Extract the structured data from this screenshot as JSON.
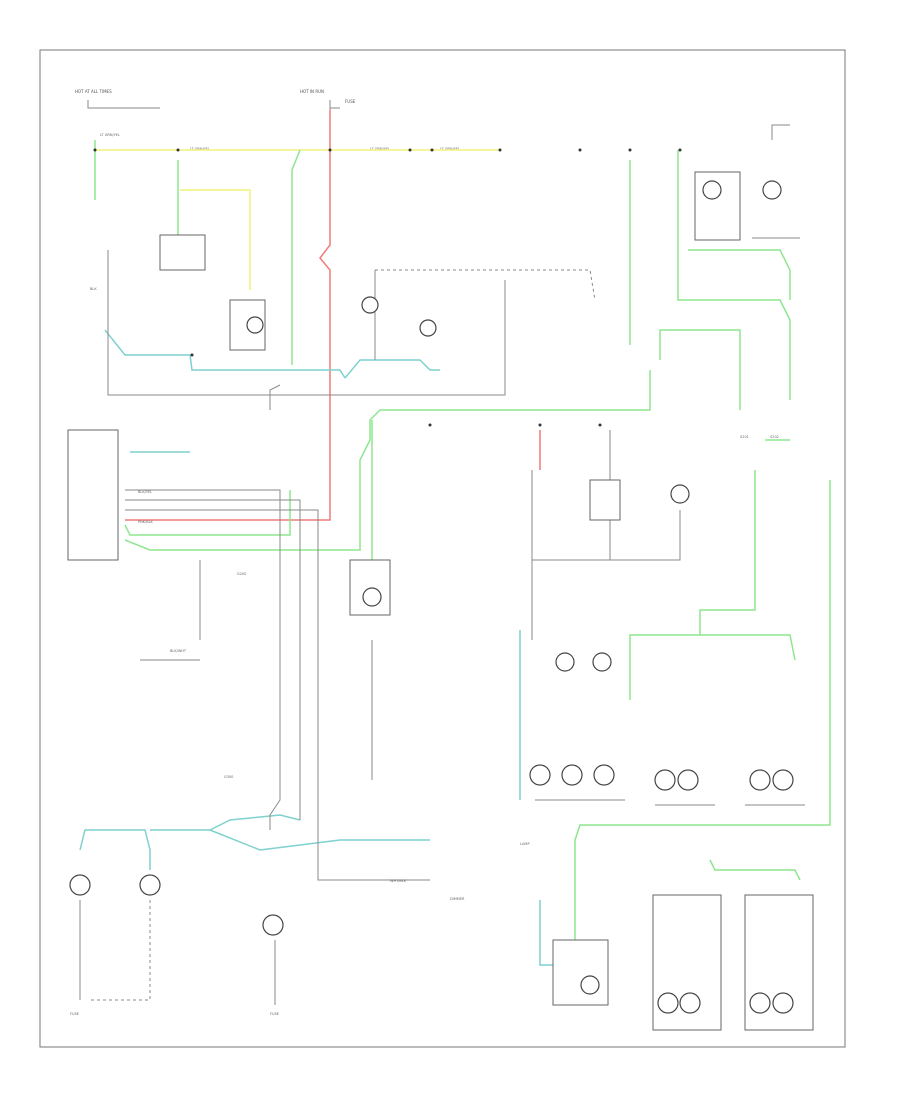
{
  "diagram": {
    "labels": {
      "hot_at_all_times": "HOT AT ALL TIMES",
      "hot_in_run": "HOT IN RUN",
      "fuse_top": "FUSE",
      "ltgrn_yel": "LT GRN/YEL",
      "blk_yel": "BLK/YEL",
      "blk": "BLK",
      "blk_wht": "BLK/WHT",
      "pnk_blk": "PNK/BLK",
      "wht_blk": "WHT/BLK",
      "s201": "S201",
      "s202": "S202",
      "g200": "G200",
      "g300": "G300",
      "lamp": "LAMP",
      "dimmer": "DIMMER",
      "bottom_left_note": "FUSE",
      "bottom_center_note": "FUSE"
    },
    "colors": {
      "yellow_wire": "#f2f27a",
      "green_wire": "#8ee68e",
      "cyan_wire": "#7fd1cf",
      "red_wire": "#f07a7a",
      "gray_wire": "#8a8a8a"
    }
  }
}
